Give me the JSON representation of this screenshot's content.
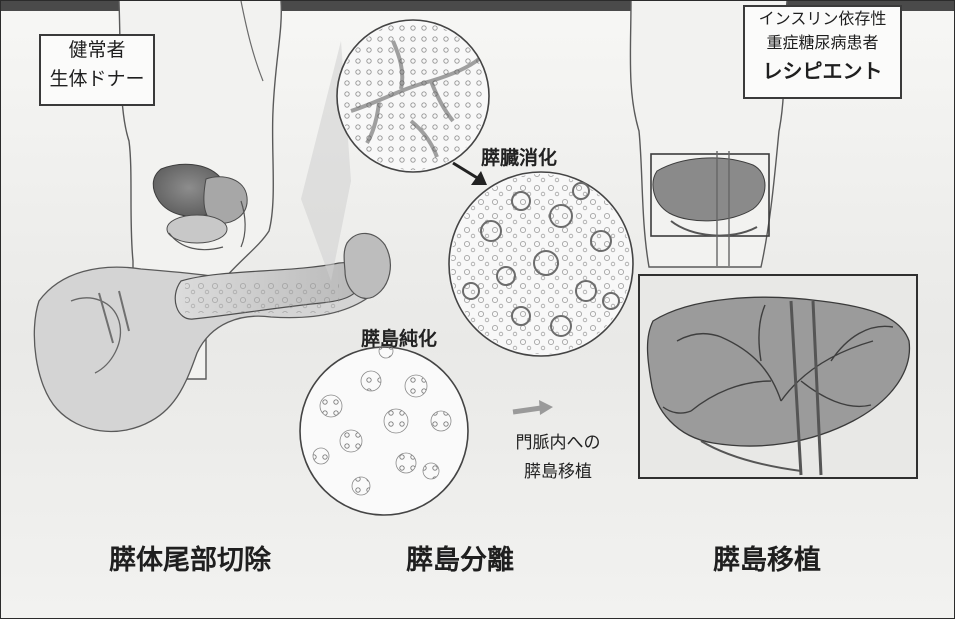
{
  "donor_label": {
    "line1": "健常者",
    "line2": "生体ドナー"
  },
  "recipient_label": {
    "line1": "インスリン依存性",
    "line2": "重症糖尿病患者",
    "line3": "レシピエント"
  },
  "steps": {
    "digestion": "膵臓消化",
    "purification": "膵島純化"
  },
  "transplant_note": {
    "line1": "門脈内への",
    "line2": "膵島移植"
  },
  "titles": {
    "resection": "膵体尾部切除",
    "isolation": "膵島分離",
    "transplantation": "膵島移植"
  },
  "icons": {
    "digestion_arrow": "arrow-down-right",
    "transplant_arrow": "arrow-right"
  }
}
